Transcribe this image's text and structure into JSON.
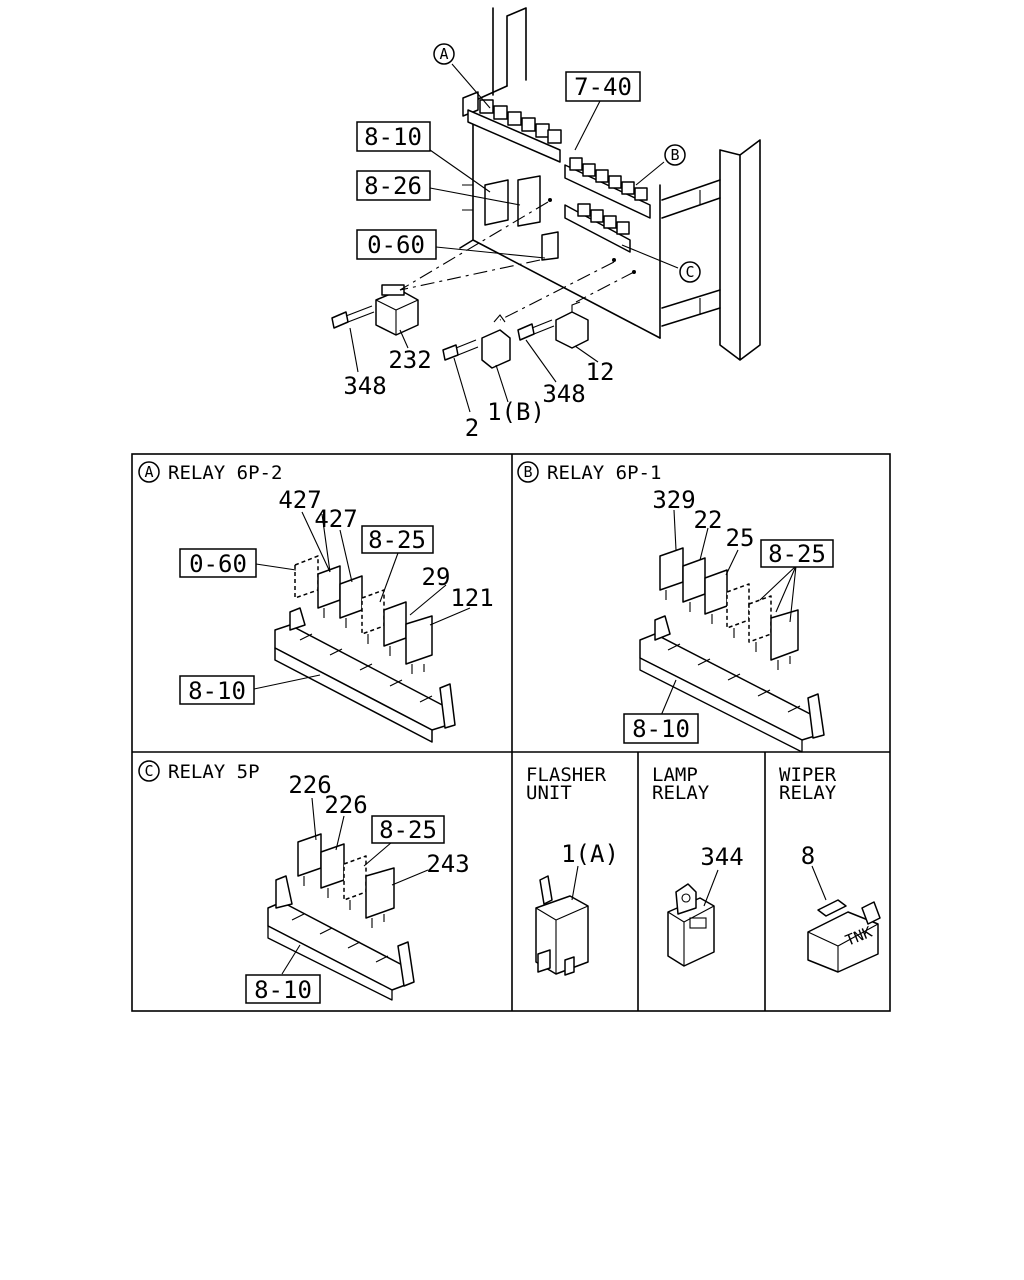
{
  "overview": {
    "callout_a": "A",
    "callout_b": "B",
    "callout_c": "C",
    "ref_7_40": "7-40",
    "ref_8_10": "8-10",
    "ref_8_26": "8-26",
    "ref_0_60": "0-60",
    "part_348_left": "348",
    "part_232": "232",
    "part_2": "2",
    "part_1b": "1(B)",
    "part_348_right": "348",
    "part_12": "12"
  },
  "panel_a": {
    "letter": "A",
    "title": "RELAY 6P-2",
    "part_427_1": "427",
    "part_427_2": "427",
    "ref_8_25": "8-25",
    "ref_0_60": "0-60",
    "part_29": "29",
    "part_121": "121",
    "ref_8_10": "8-10"
  },
  "panel_b": {
    "letter": "B",
    "title": "RELAY 6P-1",
    "part_329": "329",
    "part_22": "22",
    "part_25": "25",
    "ref_8_25": "8-25",
    "ref_8_10": "8-10"
  },
  "panel_c": {
    "letter": "C",
    "title": "RELAY 5P",
    "part_226_1": "226",
    "part_226_2": "226",
    "ref_8_25": "8-25",
    "part_243": "243",
    "ref_8_10": "8-10"
  },
  "flasher": {
    "title_line1": "FLASHER",
    "title_line2": "UNIT",
    "part": "1(A)"
  },
  "lamp": {
    "title_line1": "LAMP",
    "title_line2": "RELAY",
    "part": "344"
  },
  "wiper": {
    "title_line1": "WIPER",
    "title_line2": "RELAY",
    "part": "8",
    "marking": "TNK"
  }
}
